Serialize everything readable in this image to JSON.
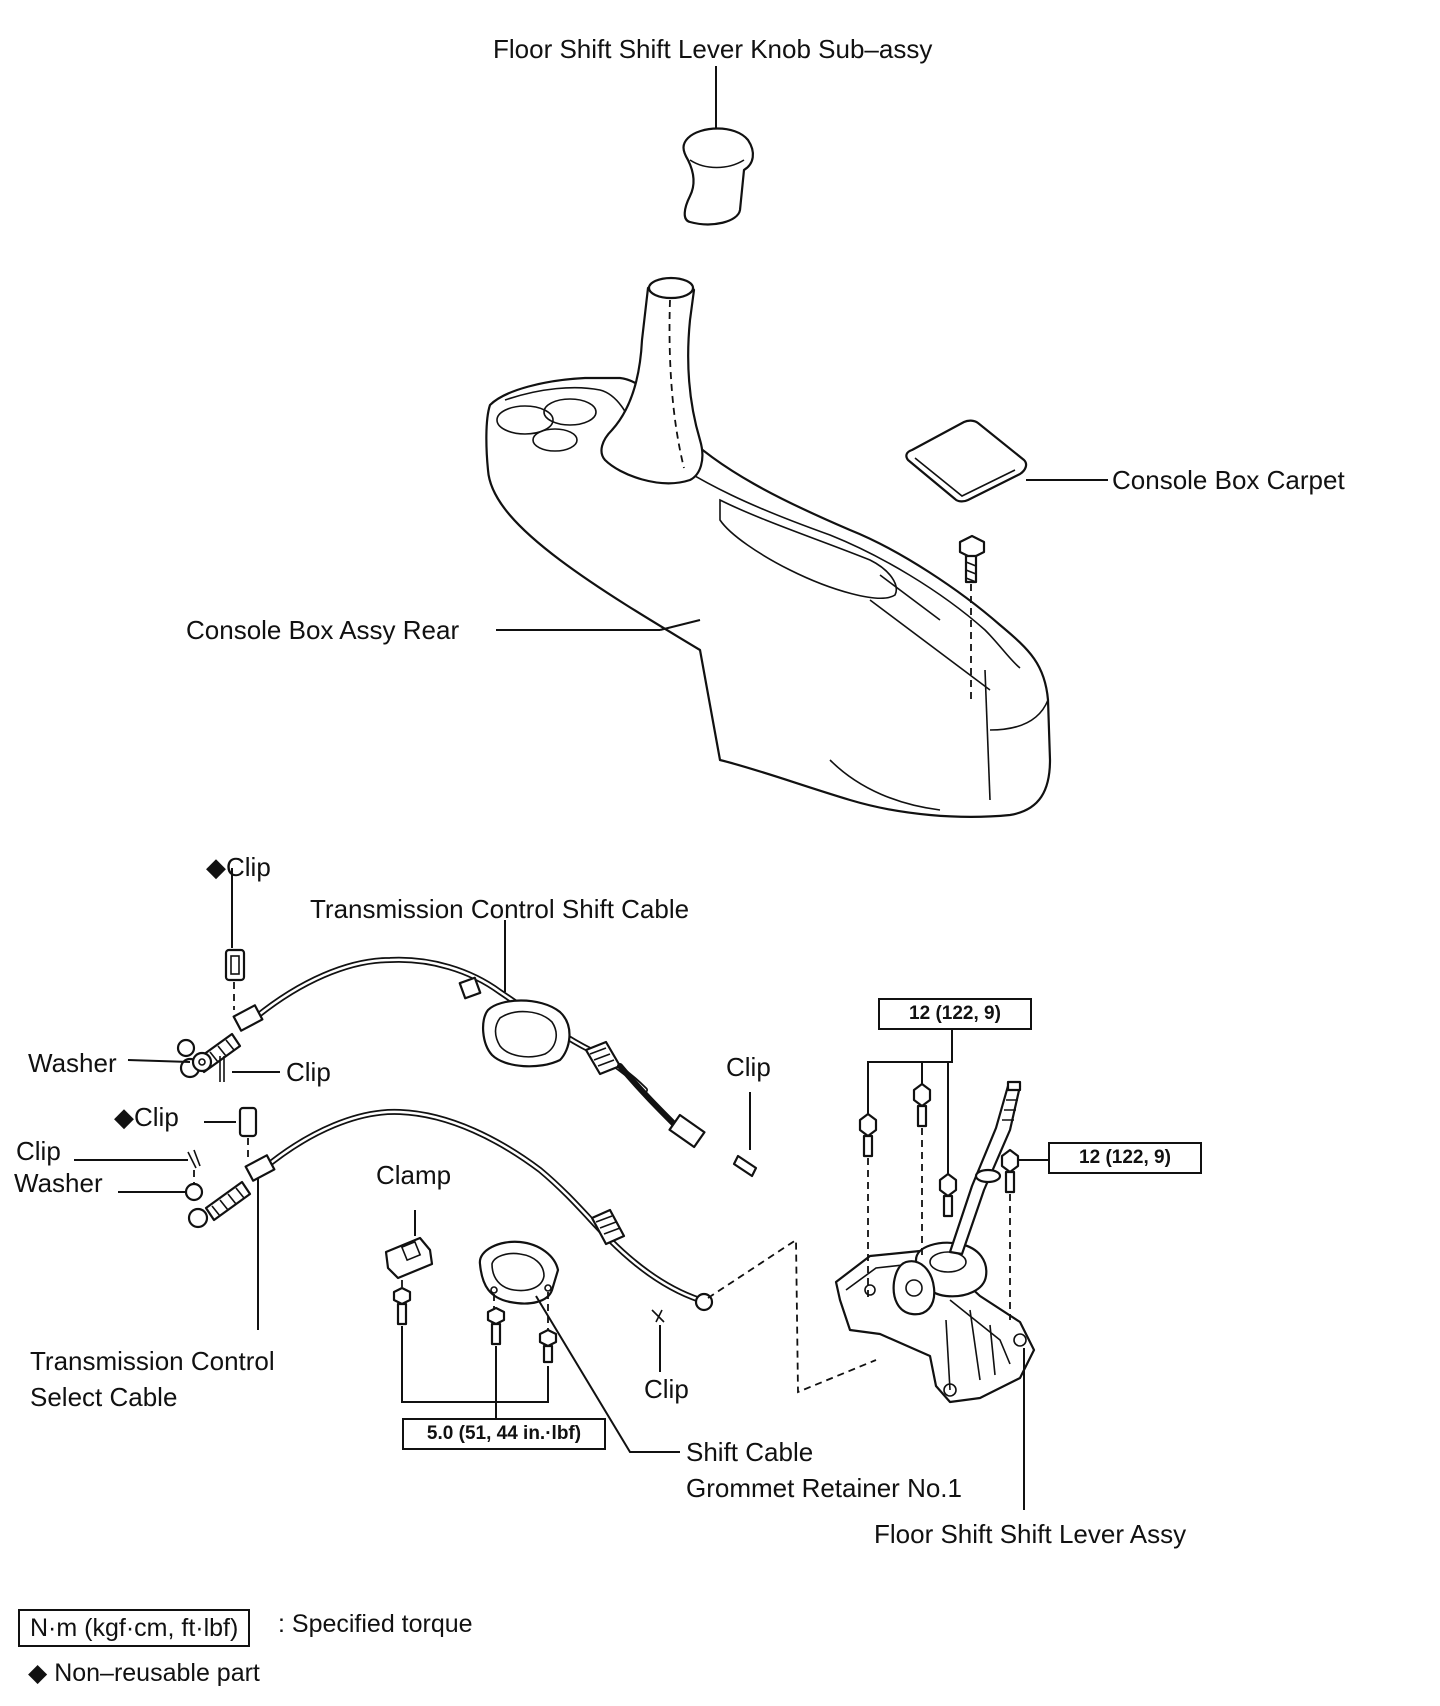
{
  "labels": {
    "knob": "Floor Shift Shift Lever Knob Sub–assy",
    "console_carpet": "Console Box Carpet",
    "console_rear": "Console Box Assy Rear",
    "clip_top": "Clip",
    "shift_cable": "Transmission Control Shift Cable",
    "washer_1": "Washer",
    "clip_2": "Clip",
    "clip_right": "Clip",
    "clip_3": "Clip",
    "clip_4": "Clip",
    "washer_2": "Washer",
    "clamp": "Clamp",
    "select_cable_line1": "Transmission Control",
    "select_cable_line2": "Select Cable",
    "clip_bottom": "Clip",
    "grommet_line1": "Shift Cable",
    "grommet_line2": "Grommet Retainer No.1",
    "lever_assy": "Floor Shift Shift Lever Assy"
  },
  "non_reusable_mark": "◆",
  "torques": {
    "lever_left": "12 (122, 9)",
    "lever_right": "12 (122, 9)",
    "clamp_bolts": "5.0 (51, 44 in.·lbf)"
  },
  "legend": {
    "torque_unit": "N·m (kgf·cm, ft·lbf)",
    "torque_desc": ": Specified torque",
    "nonreusable_symbol": "◆",
    "nonreusable_desc": "Non–reusable part"
  }
}
